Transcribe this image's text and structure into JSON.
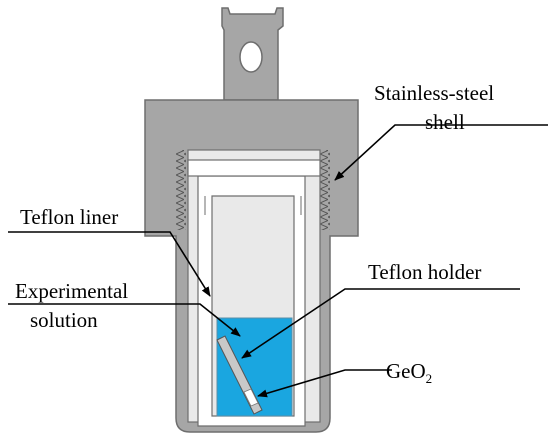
{
  "labels": {
    "shell_line1": "Stainless-steel",
    "shell_line2": "shell",
    "liner": "Teflon liner",
    "solution_line1": "Experimental",
    "solution_line2": "solution",
    "holder": "Teflon holder",
    "sample_main": "GeO",
    "sample_sub": "2"
  },
  "colors": {
    "shell": "#a6a6a6",
    "shell_stroke": "#6e6e6e",
    "liner": "#ffffff",
    "solution": "#1aa6e0",
    "holder_strip": "#c8c8c8",
    "leader": "#000000"
  }
}
